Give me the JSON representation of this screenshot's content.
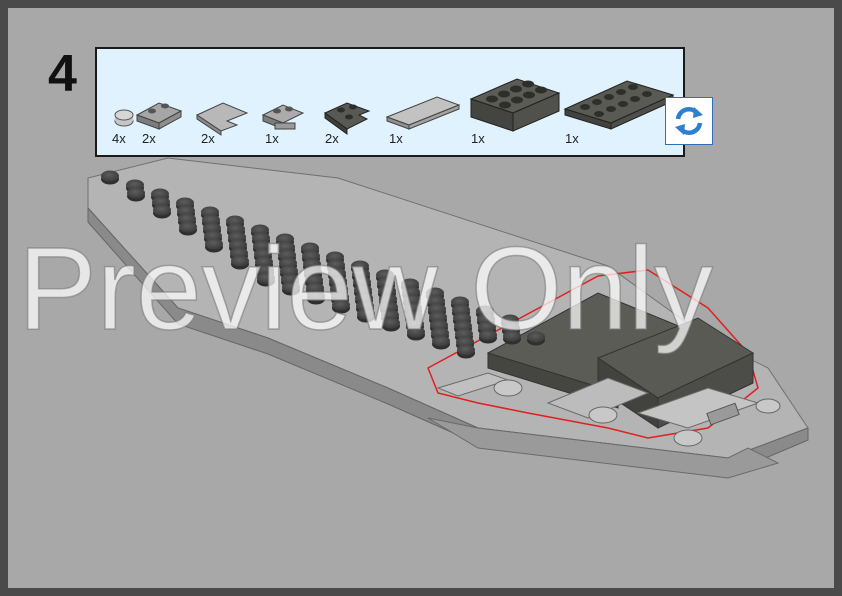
{
  "step": {
    "number": "4"
  },
  "parts": [
    {
      "id": "round-plate-1x1",
      "count": "4x",
      "color": "#b5b5b5"
    },
    {
      "id": "plate-1x2-rail",
      "count": "2x",
      "color": "#9a9a9a"
    },
    {
      "id": "wedge-plate",
      "count": "2x",
      "color": "#b0b0b0"
    },
    {
      "id": "plate-clip",
      "count": "1x",
      "color": "#a8a8a8"
    },
    {
      "id": "corner-plate-2x2",
      "count": "2x",
      "color": "#555550"
    },
    {
      "id": "tile-1x4",
      "count": "1x",
      "color": "#b8b8b8"
    },
    {
      "id": "brick-2x4",
      "count": "1x",
      "color": "#5a5a55"
    },
    {
      "id": "plate-2x6",
      "count": "1x",
      "color": "#5a5a55"
    }
  ],
  "controls": {
    "rotate_icon": "rotate-view-icon"
  },
  "colors": {
    "page_bg": "#a8a8a8",
    "frame": "#4a4a4a",
    "parts_box_bg": "#dff2fd",
    "highlight": "#e02020",
    "light_gray": "#b8b8b8",
    "dark_gray": "#5a5a55",
    "accent_blue": "#2e7fd0"
  },
  "watermark": "Preview Only"
}
